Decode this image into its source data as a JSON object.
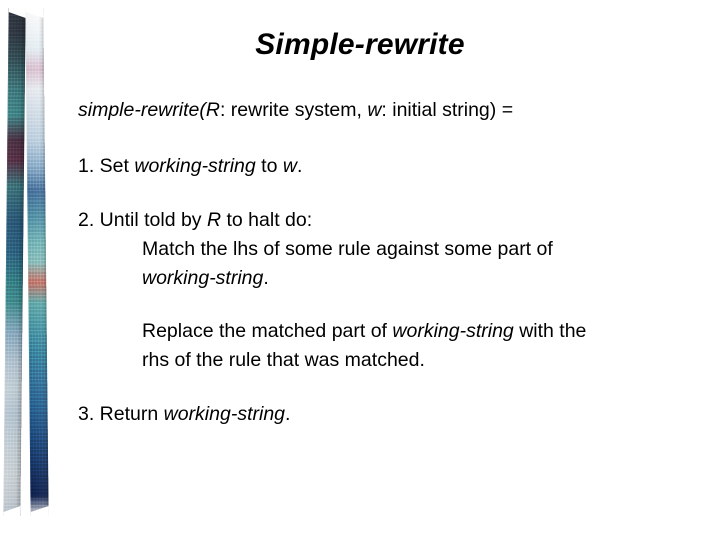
{
  "slide": {
    "title": "Simple-rewrite",
    "background_color": "#ffffff",
    "text_color": "#000000"
  },
  "decoration": {
    "name": "vertical-ribbon-pair",
    "ribbons": [
      {
        "id": "dark-ribbon",
        "palette": [
          "#151b25",
          "#2f7b7e",
          "#4a2038",
          "#215c7e",
          "#c3d7e6",
          "#e8f1f6"
        ]
      },
      {
        "id": "light-ribbon",
        "palette": [
          "#ffffff",
          "#d8b9cd",
          "#2f5f93",
          "#7fc0bd",
          "#c96a5e",
          "#0d2050"
        ]
      }
    ]
  },
  "content": {
    "signature": {
      "fn": "simple-rewrite",
      "open_paren": "(",
      "param1": "R",
      "param1_desc": ": rewrite system, ",
      "param2": "w",
      "param2_desc": ": initial string) ="
    },
    "step1": {
      "lead": "1. Set ",
      "term": "working-string",
      "tail_pre": " to ",
      "var": "w",
      "tail_post": "."
    },
    "step2": {
      "lead": "2. Until told by ",
      "var": "R",
      "tail": " to halt do:",
      "sub1_line1": "Match the lhs of some rule against some part of",
      "sub1_line2_term": "working-string",
      "sub1_line2_tail": ".",
      "sub2_line1_pre": "Replace the matched part of ",
      "sub2_line1_term": "working-string",
      "sub2_line1_post": " with the",
      "sub2_line2": "rhs of the rule that was matched."
    },
    "step3": {
      "lead": "3. Return ",
      "term": "working-string",
      "tail": "."
    }
  }
}
